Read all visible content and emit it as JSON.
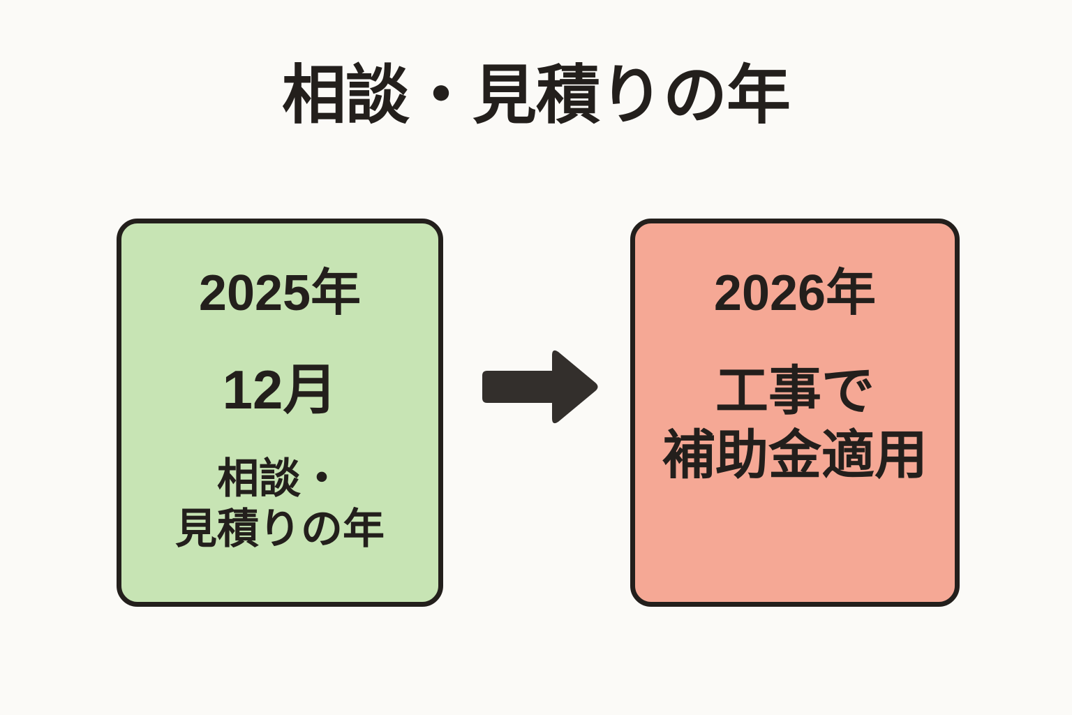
{
  "background_color": "#fbfaf7",
  "ink_color": "#231f1c",
  "title": "相談・見積りの年",
  "flow": {
    "arrow": {
      "icon": "arrow-right-icon",
      "direction": "right",
      "color": "#332f2c"
    },
    "steps": [
      {
        "id": "step-2025",
        "color": "#c7e4b4",
        "border_color": "#231f1c",
        "year": "2025年",
        "month": "12月",
        "note_line1": "相談・",
        "note_line2": "見積りの年"
      },
      {
        "id": "step-2026",
        "color": "#f5a895",
        "border_color": "#231f1c",
        "year": "2026年",
        "note_line1": "工事で",
        "note_line2": "補助金適用"
      }
    ]
  }
}
